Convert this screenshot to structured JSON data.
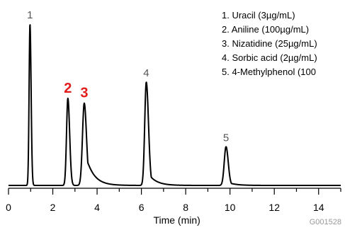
{
  "chart_data": {
    "type": "line",
    "xlabel": "Time (min)",
    "xlim": [
      0,
      15
    ],
    "xticks": [
      0,
      2,
      4,
      6,
      8,
      10,
      12,
      14
    ],
    "ylim": [
      0,
      1.0
    ],
    "grid": false,
    "legend_placement": "top-right",
    "legend": [
      "1.  Uracil (3µg/mL)",
      "2.  Aniline (100µg/mL)",
      "3.  Nizatidine (25µg/mL)",
      "4.  Sorbic acid (2µg/mL)",
      "5.  4-Methylphenol (100"
    ],
    "peaks": [
      {
        "label": "1",
        "time": 0.97,
        "height": 1.0,
        "sigma_l": 0.04,
        "sigma_r": 0.05,
        "tail": 0,
        "color": "#555555"
      },
      {
        "label": "2",
        "time": 2.68,
        "height": 0.54,
        "sigma_l": 0.06,
        "sigma_r": 0.08,
        "tail": 0,
        "color": "#e21b1b"
      },
      {
        "label": "3",
        "time": 3.42,
        "height": 0.51,
        "sigma_l": 0.08,
        "sigma_r": 0.1,
        "tail": 0.45,
        "color": "#e21b1b"
      },
      {
        "label": "4",
        "time": 6.22,
        "height": 0.64,
        "sigma_l": 0.07,
        "sigma_r": 0.1,
        "tail": 0.15,
        "color": "#555555"
      },
      {
        "label": "5",
        "time": 9.82,
        "height": 0.24,
        "sigma_l": 0.08,
        "sigma_r": 0.1,
        "tail": 0.1,
        "color": "#555555"
      }
    ],
    "baseline": 0.0
  },
  "figure_id": "G001528",
  "colors": {
    "trace": "#000000",
    "highlight": "#e21b1b",
    "label": "#555555",
    "figure_id": "#999999"
  }
}
